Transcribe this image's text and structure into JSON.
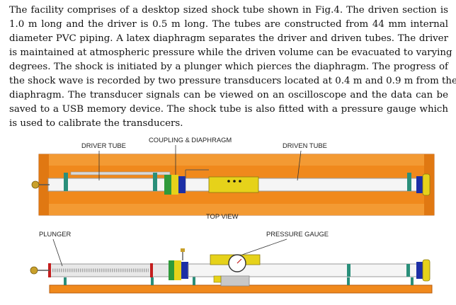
{
  "paragraph": {
    "lines": [
      "The facility comprises of a desktop sized shock tube shown in Fig.4. The driven section is",
      "1.0 m long and the driver is 0.5 m long. The tubes are constructed from 44 mm internal",
      "diameter PVC piping. A latex diaphragm separates the driver and driven tubes. The driver",
      "is maintained at atmospheric pressure while the driven volume can be evacuated to varying",
      "degrees. The shock is initiated by a plunger which pierces the diaphragm. The progress of",
      "the shock wave is recorded by two pressure transducers located at 0.4 m and 0.9 m from the",
      "diaphragm. The transducer signals can be viewed on an oscilloscope and the data can be",
      "saved to a USB memory device. The shock tube is also fitted with a pressure gauge which",
      "is used to calibrate the transducers."
    ]
  },
  "figure": {
    "labels": {
      "coupling_diaphragm": "COUPLING & DIAPHRAGM",
      "driver_tube": "DRIVER TUBE",
      "driven_tube": "DRIVEN TUBE",
      "top_view": "TOP VIEW",
      "plunger": "PLUNGER",
      "pressure_gauge": "PRESSURE GAUGE"
    },
    "colors": {
      "frame_orange": "#f0891c",
      "frame_dark": "#b85c0c",
      "tube_white": "#f5f5f5",
      "collar_blue": "#1c2fa6",
      "yellow_part": "#e6d21a",
      "green_part": "#2f9a3a",
      "teal_clamp": "#2a8f7a",
      "plunger_red": "#c41e1e"
    }
  }
}
